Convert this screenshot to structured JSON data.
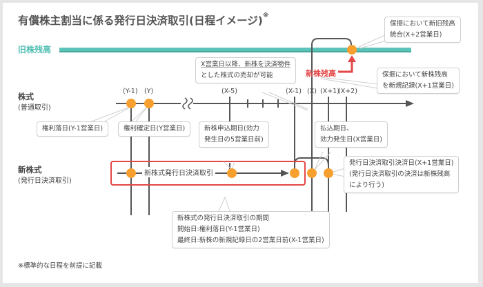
{
  "title": "有償株主割当に係る発行日決済取引(日程イメージ)",
  "title_mark": "※",
  "old_balance_label": "旧株残高",
  "new_balance_label": "新株残高",
  "rows": {
    "stock": {
      "title": "株式",
      "subtitle": "(普通取引)"
    },
    "new_stock": {
      "title": "新株式",
      "subtitle": "(発行日決済取引)"
    }
  },
  "ticks": [
    "(Y-1)",
    "(Y)",
    "(X-5)",
    "(X-1)",
    "(X)",
    "(X+1)",
    "(X+2)"
  ],
  "inline_label": "新株式発行日決済取引",
  "callouts": {
    "consolidation": [
      "保振において新旧残高",
      "統合(X+2営業日)"
    ],
    "sale_possible": [
      "X営業日以降、新株を決済物件",
      "とした株式の売却が可能"
    ],
    "new_record": [
      "保振において新株残高",
      "を新規記録(X+1営業日)"
    ],
    "ex_rights": "権利落日(Y-1営業日)",
    "record_date": "権利確定日(Y営業日)",
    "subscription": [
      "新株申込期日(効力",
      "発生日の5営業日前)"
    ],
    "payment": [
      "払込期日、",
      "効力発生日(X営業日)"
    ],
    "settlement": [
      "発行日決済取引決済日(X+1営業日)",
      "(発行日決済取引の決済は新株残高",
      "により行う)"
    ],
    "period": [
      "新株式の発行日決済取引の期間",
      "開始日:権利落日(Y-1営業日)",
      "最終日:新株の新規記録日の2営業日前(X-1営業日)"
    ]
  },
  "footnote": "※標準的な日程を前提に記載",
  "colors": {
    "teal": "#5cc3b8",
    "orange": "#f7a030",
    "red": "#e54646",
    "line": "#555555"
  }
}
